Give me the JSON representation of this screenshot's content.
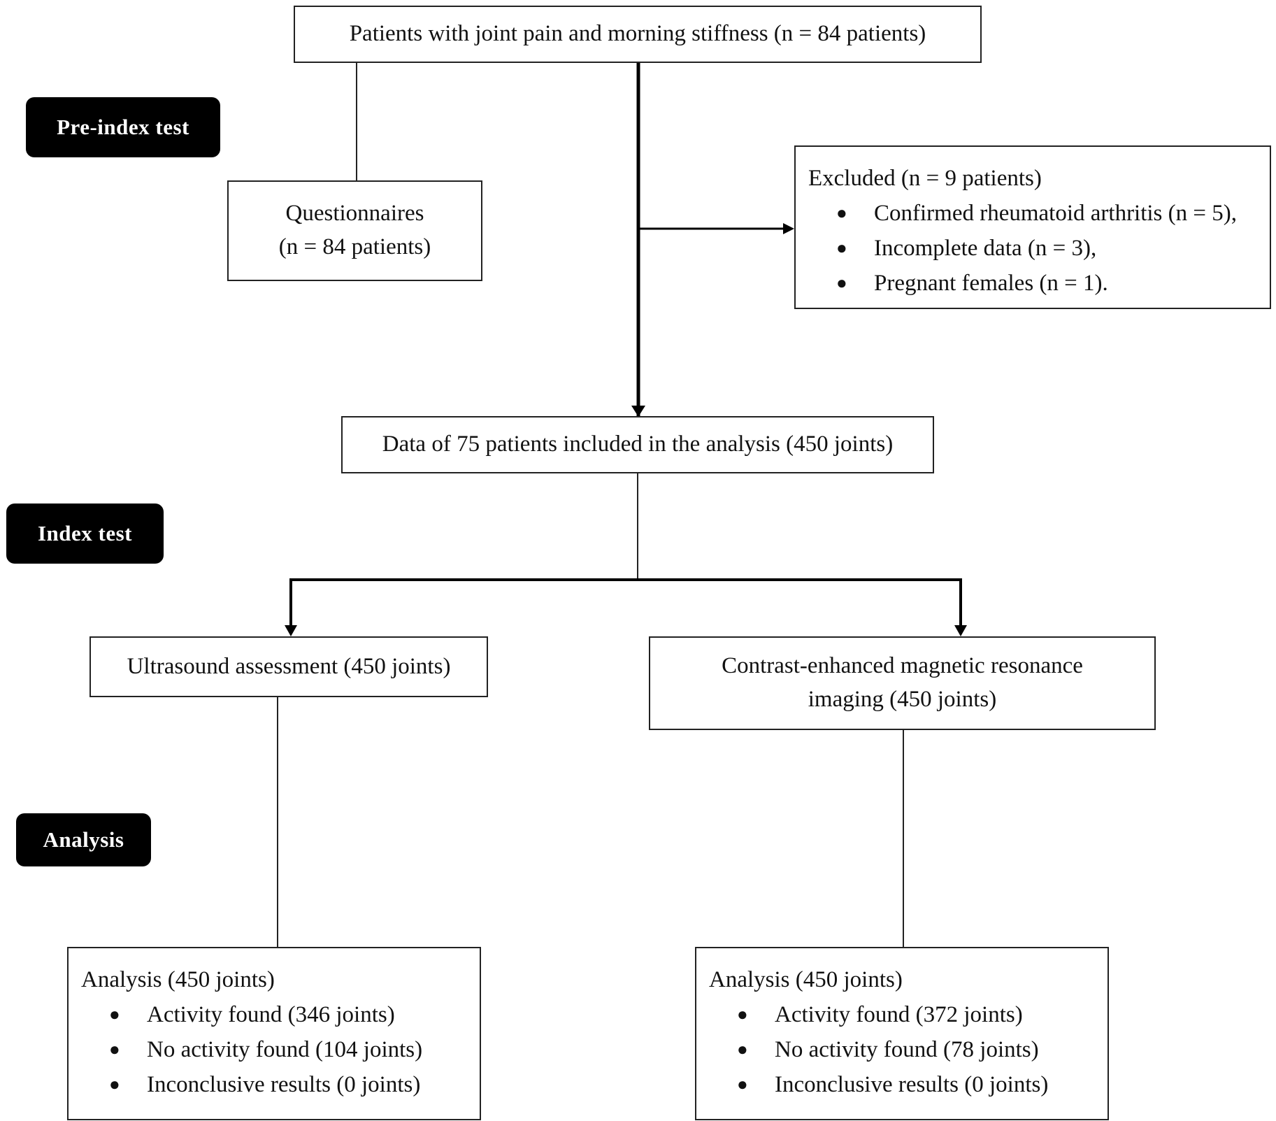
{
  "stages": {
    "pre_index": "Pre-index test",
    "index": "Index test",
    "analysis": "Analysis"
  },
  "nodes": {
    "start": "Patients with joint pain and morning stiffness (n = 84 patients)",
    "questionnaires_title": "Questionnaires",
    "questionnaires_count": "(n = 84 patients)",
    "excluded": {
      "title": "Excluded (n = 9 patients)",
      "items": [
        "Confirmed rheumatoid arthritis (n = 5),",
        "Incomplete data (n = 3),",
        "Pregnant females (n = 1)."
      ]
    },
    "included": "Data of 75 patients included in the analysis (450 joints)",
    "ultrasound": "Ultrasound assessment (450 joints)",
    "mri_line1": "Contrast-enhanced magnetic resonance",
    "mri_line2": "imaging (450 joints)",
    "us_analysis": {
      "title": "Analysis (450 joints)",
      "items": [
        "Activity found (346 joints)",
        "No activity found (104 joints)",
        "Inconclusive results (0 joints)"
      ]
    },
    "mri_analysis": {
      "title": "Analysis (450 joints)",
      "items": [
        "Activity found (372 joints)",
        "No activity found (78 joints)",
        "Inconclusive results (0 joints)"
      ]
    }
  },
  "bullet_glyph": "●"
}
